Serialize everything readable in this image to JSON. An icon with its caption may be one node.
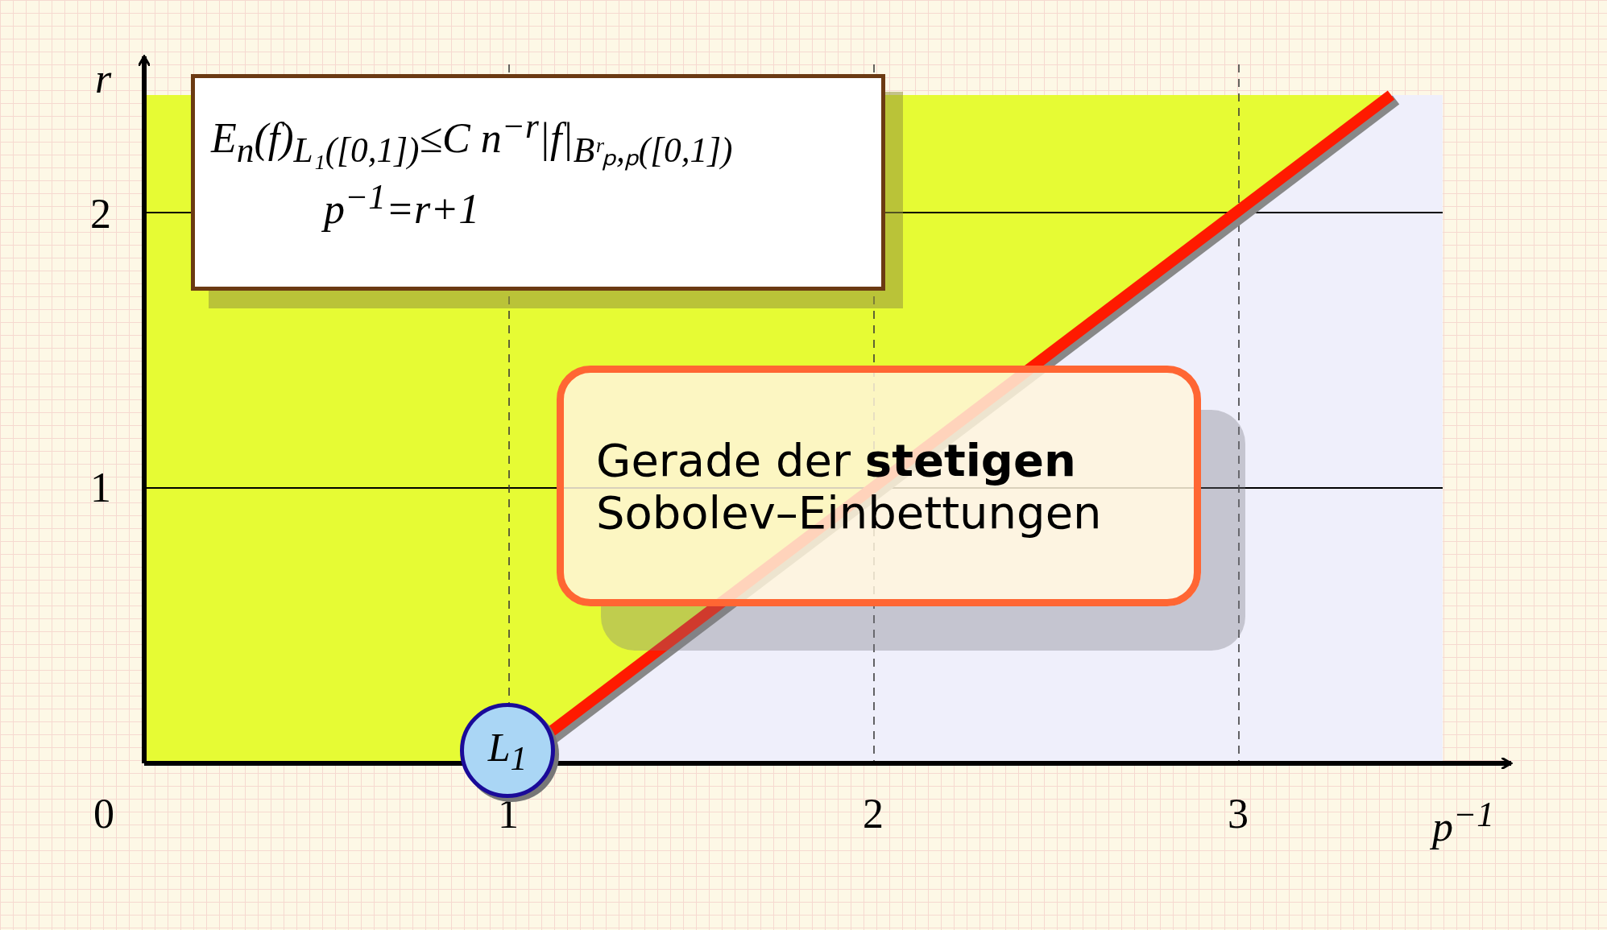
{
  "diagram": {
    "nodes": [
      {
        "text": [
          "E$_{n}$(f)$_{L₁([0,1])}$≤C n$^{−r}$|f|$_{Bʳₚ,ₚ([0,1])}$",
          "p$^{−1}$=r+1"
        ]
      },
      {
        "text": [
          "Gerade der **stetigen** Sobolev–Einbettungen"
        ]
      },
      {
        "text": [
          "L$_{1}$"
        ]
      }
    ],
    "edges": [],
    "labels": [
      "r",
      "2",
      "1",
      "0",
      "1",
      "2",
      "3",
      "p$^{−1}$"
    ]
  }
}
